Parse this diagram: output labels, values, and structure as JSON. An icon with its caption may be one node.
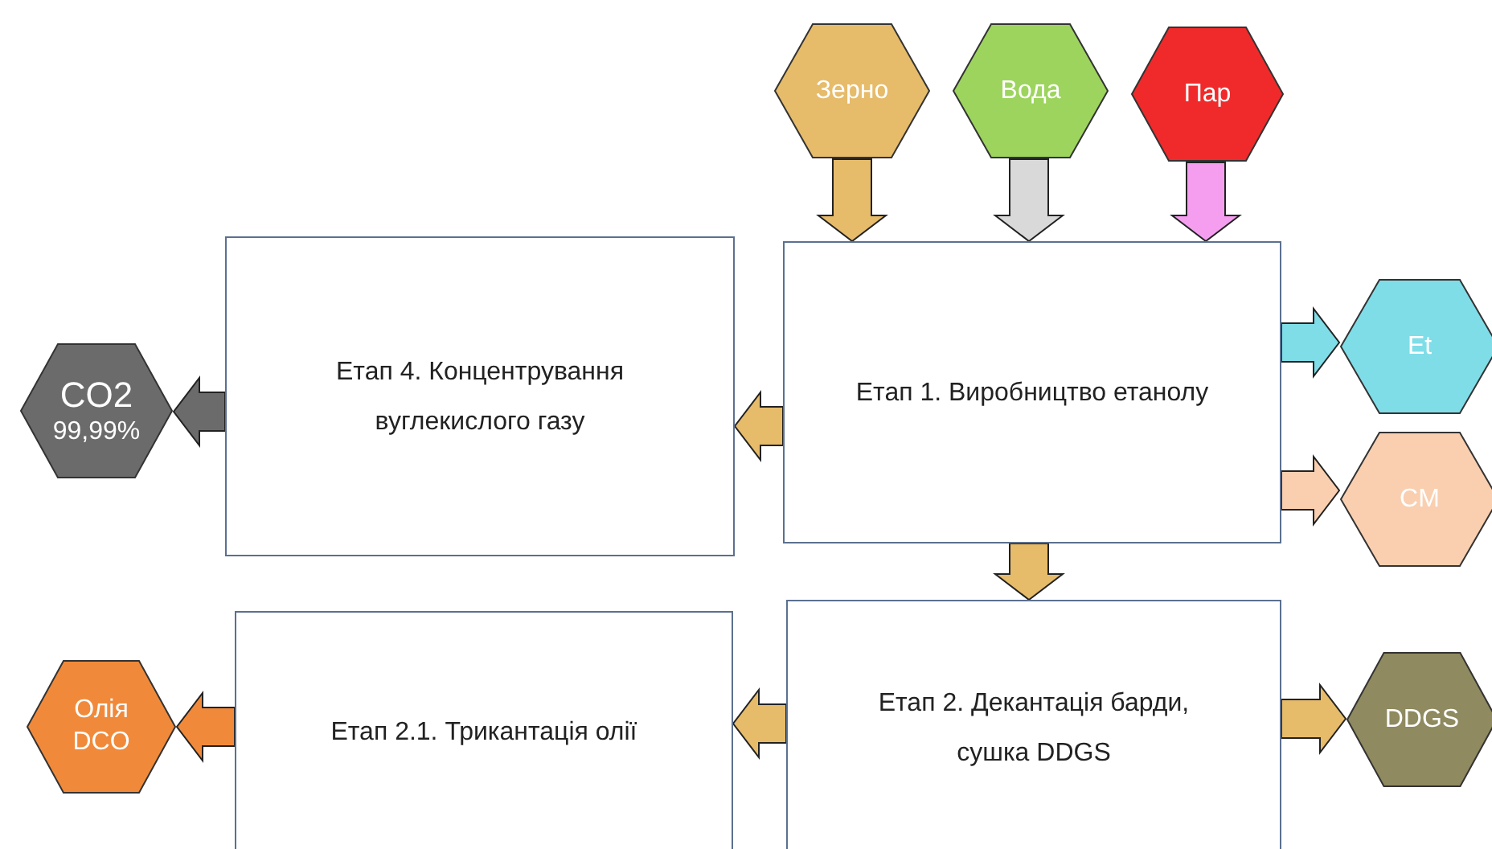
{
  "diagram": {
    "nodes": [
      {
        "text": [
          "Зерно"
        ]
      },
      {
        "text": [
          "Вода"
        ]
      },
      {
        "text": [
          "Пар"
        ]
      },
      {
        "text": [
          "Етап 4. Концентрування вуглекислого газу"
        ]
      },
      {
        "text": [
          "Етап 1. Виробництво етанолу"
        ]
      },
      {
        "text": [
          "CO2",
          "99,99%"
        ]
      },
      {
        "text": [
          "Et"
        ]
      },
      {
        "text": [
          "CM"
        ]
      },
      {
        "text": [
          "Етап 2.1. Трикантація олії"
        ]
      },
      {
        "text": [
          "Етап 2. Декантація барди, сушка DDGS"
        ]
      },
      {
        "text": [
          "Олія DCO"
        ]
      },
      {
        "text": [
          "DDGS"
        ]
      }
    ],
    "edges": [
      {
        "from": 0,
        "to": 4,
        "arrow": "to",
        "style": "thick"
      },
      {
        "from": 1,
        "to": 4,
        "arrow": "to",
        "style": "thick",
        "color": "#d9d9d9"
      },
      {
        "from": 2,
        "to": 4,
        "arrow": "to",
        "style": "thick",
        "color": "#f59ef0"
      },
      {
        "from": 4,
        "to": 3,
        "arrow": "to",
        "style": "thick"
      },
      {
        "from": 3,
        "to": 5,
        "arrow": "to",
        "style": "thick",
        "color": "#6b6b6b"
      },
      {
        "from": 4,
        "to": 6,
        "arrow": "to",
        "style": "thick",
        "color": "#7fdde8"
      },
      {
        "from": 4,
        "to": 7,
        "arrow": "to",
        "style": "thick",
        "color": "#f9cfb0"
      },
      {
        "from": 4,
        "to": 9,
        "arrow": "to",
        "style": "thick"
      },
      {
        "from": 9,
        "to": 8,
        "arrow": "to",
        "style": "thick"
      },
      {
        "from": 8,
        "to": 10,
        "arrow": "to",
        "style": "thick",
        "color": "#f08a3a"
      },
      {
        "from": 9,
        "to": 11,
        "arrow": "to",
        "style": "thick"
      }
    ]
  }
}
